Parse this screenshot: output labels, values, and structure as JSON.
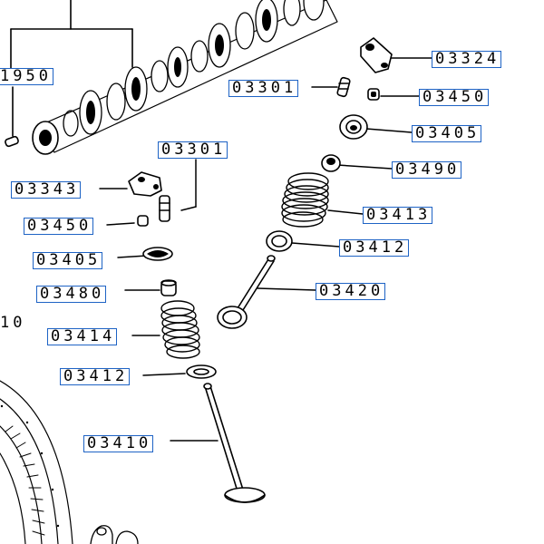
{
  "callouts": {
    "c03324": "03324",
    "c03301_right": "03301",
    "c03450_right": "03450",
    "c03405_right": "03405",
    "c03490": "03490",
    "c03413": "03413",
    "c03412_right": "03412",
    "c03420": "03420",
    "c03301_left": "03301",
    "c03343": "03343",
    "c03450_left": "03450",
    "c03405_left": "03405",
    "c03480": "03480",
    "c03414": "03414",
    "c03412_left": "03412",
    "c03410": "03410",
    "c1950": "1950",
    "c10": "10"
  },
  "colors": {
    "callout_border": "#1e63c5",
    "ink": "#000000"
  }
}
